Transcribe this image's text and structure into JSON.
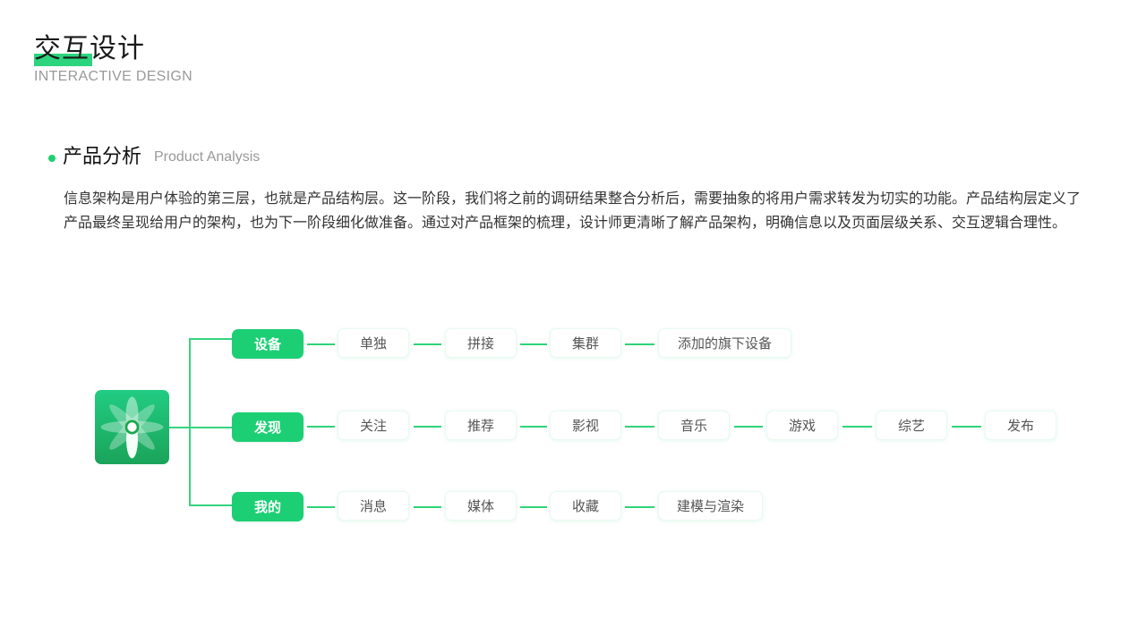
{
  "header": {
    "title": "交互设计",
    "subtitle": "INTERACTIVE DESIGN"
  },
  "section": {
    "title": "产品分析",
    "subtitle": "Product Analysis",
    "paragraph": "信息架构是用户体验的第三层，也就是产品结构层。这一阶段，我们将之前的调研结果整合分析后，需要抽象的将用户需求转发为切实的功能。产品结构层定义了产品最终呈现给用户的架构，也为下一阶段细化做准备。通过对产品框架的梳理，设计师更清晰了解产品架构，明确信息以及页面层级关系、交互逻辑合理性。"
  },
  "colors": {
    "accent": "#1ccf74",
    "highlight": "#2bd47d",
    "line": "#2fd478",
    "icon_bg_top": "#21cc82",
    "icon_bg_bottom": "#1aa45a"
  },
  "app_icon": {
    "name": "flower-app-icon"
  },
  "tree": {
    "rows": [
      {
        "root": "设备",
        "children": [
          "单独",
          "拼接",
          "集群",
          "添加的旗下设备"
        ]
      },
      {
        "root": "发现",
        "children": [
          "关注",
          "推荐",
          "影视",
          "音乐",
          "游戏",
          "综艺",
          "发布"
        ]
      },
      {
        "root": "我的",
        "children": [
          "消息",
          "媒体",
          "收藏",
          "建模与渲染"
        ]
      }
    ]
  }
}
